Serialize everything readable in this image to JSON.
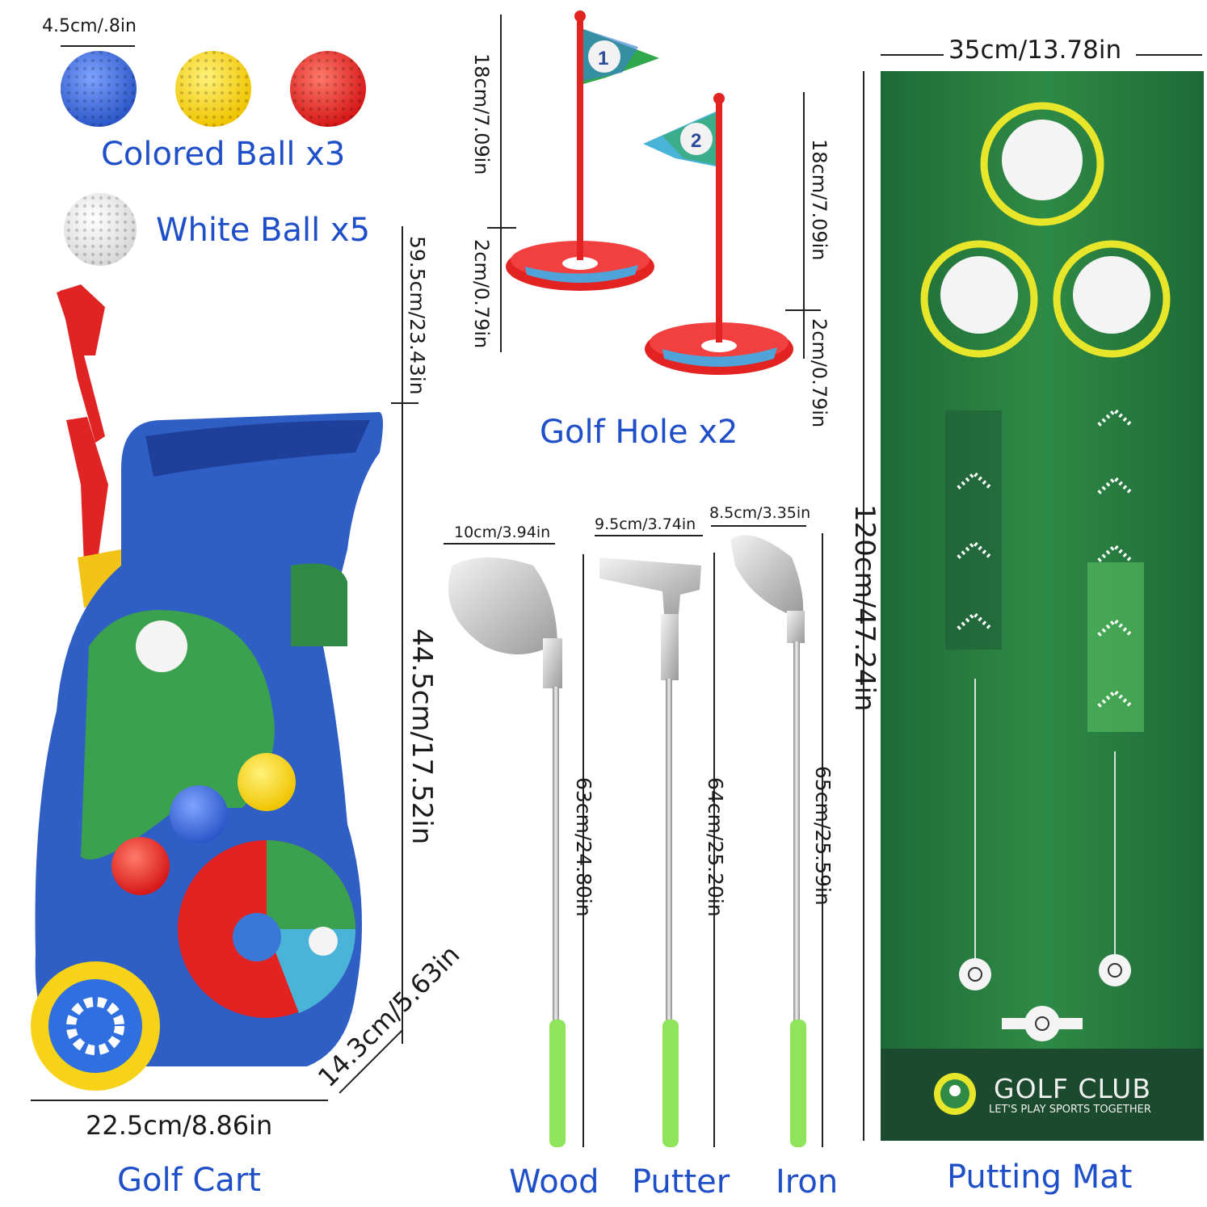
{
  "balls": {
    "size_label": "4.5cm/.8in",
    "colored_caption": "Colored Ball x3",
    "white_caption": "White Ball x5",
    "colors": [
      "#3a6de0",
      "#f5d21a",
      "#e02a2a",
      "#f4f4f4"
    ]
  },
  "golf_hole": {
    "caption": "Golf Hole x2",
    "flag1_number": "1",
    "flag2_number": "2",
    "pole_height_label": "18cm/7.09in",
    "base_height_label": "2cm/0.79in"
  },
  "golf_cart": {
    "caption": "Golf Cart",
    "total_height_label": "59.5cm/23.43in",
    "body_height_label": "44.5cm/17.52in",
    "width_label": "22.5cm/8.86in",
    "depth_label": "14.3cm/5.63in",
    "color": "#2f5fc4"
  },
  "clubs": [
    {
      "name": "Wood",
      "head_label": "10cm/3.94in",
      "length_label": "63cm/24.80in"
    },
    {
      "name": "Putter",
      "head_label": "9.5cm/3.74in",
      "length_label": "64cm/25.20in"
    },
    {
      "name": "Iron",
      "head_label": "8.5cm/3.35in",
      "length_label": "65cm/25.59in"
    }
  ],
  "putting_mat": {
    "caption": "Putting Mat",
    "width_label": "35cm/13.78in",
    "length_label": "120cm/47.24in",
    "brand_title": "GOLF CLUB",
    "brand_tagline": "LET'S PLAY SPORTS TOGETHER",
    "colors": {
      "dark": "#1f6b3a",
      "light": "#3ea055",
      "ring": "#e8e62a"
    }
  }
}
